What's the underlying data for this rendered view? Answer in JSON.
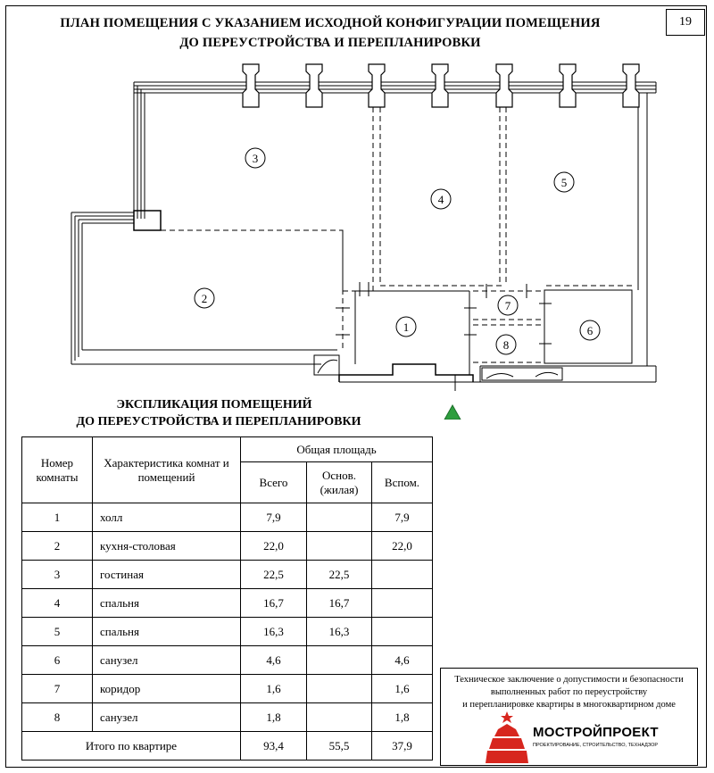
{
  "page_number": "19",
  "title_line1": "ПЛАН ПОМЕЩЕНИЯ С УКАЗАНИЕМ ИСХОДНОЙ КОНФИГУРАЦИИ ПОМЕЩЕНИЯ",
  "title_line2": "ДО ПЕРЕУСТРОЙСТВА И ПЕРЕПЛАНИРОВКИ",
  "plan_rooms": [
    "1",
    "2",
    "3",
    "4",
    "5",
    "6",
    "7",
    "8"
  ],
  "explication_title1": "ЭКСПЛИКАЦИЯ ПОМЕЩЕНИЙ",
  "explication_title2": "ДО ПЕРЕУСТРОЙСТВА И ПЕРЕПЛАНИРОВКИ",
  "table": {
    "h_num": "Номер комнаты",
    "h_desc": "Характеристика комнат и помещений",
    "h_area": "Общая площадь",
    "h_total": "Всего",
    "h_main": "Основ. (жилая)",
    "h_aux": "Вспом.",
    "rows": [
      {
        "num": "1",
        "name": "холл",
        "total": "7,9",
        "main": "",
        "aux": "7,9"
      },
      {
        "num": "2",
        "name": "кухня-столовая",
        "total": "22,0",
        "main": "",
        "aux": "22,0"
      },
      {
        "num": "3",
        "name": "гостиная",
        "total": "22,5",
        "main": "22,5",
        "aux": ""
      },
      {
        "num": "4",
        "name": "спальня",
        "total": "16,7",
        "main": "16,7",
        "aux": ""
      },
      {
        "num": "5",
        "name": "спальня",
        "total": "16,3",
        "main": "16,3",
        "aux": ""
      },
      {
        "num": "6",
        "name": "санузел",
        "total": "4,6",
        "main": "",
        "aux": "4,6"
      },
      {
        "num": "7",
        "name": "коридор",
        "total": "1,6",
        "main": "",
        "aux": "1,6"
      },
      {
        "num": "8",
        "name": "санузел",
        "total": "1,8",
        "main": "",
        "aux": "1,8"
      }
    ],
    "total_label": "Итого по квартире",
    "total_all": "93,4",
    "total_main": "55,5",
    "total_aux": "37,9"
  },
  "info_line1": "Техническое заключение о допустимости и безопасности",
  "info_line2": "выполненных работ по переустройству",
  "info_line3": "и перепланировке квартиры в многоквартирном доме",
  "logo_name": "МОСТРОЙПРОЕКТ",
  "logo_tagline": "ПРОЕКТИРОВАНИЕ, СТРОИТЕЛЬСТВО, ТЕХНАДЗОР",
  "colors": {
    "logo_red": "#d7261e",
    "entrance_green": "#2e9e3e"
  }
}
